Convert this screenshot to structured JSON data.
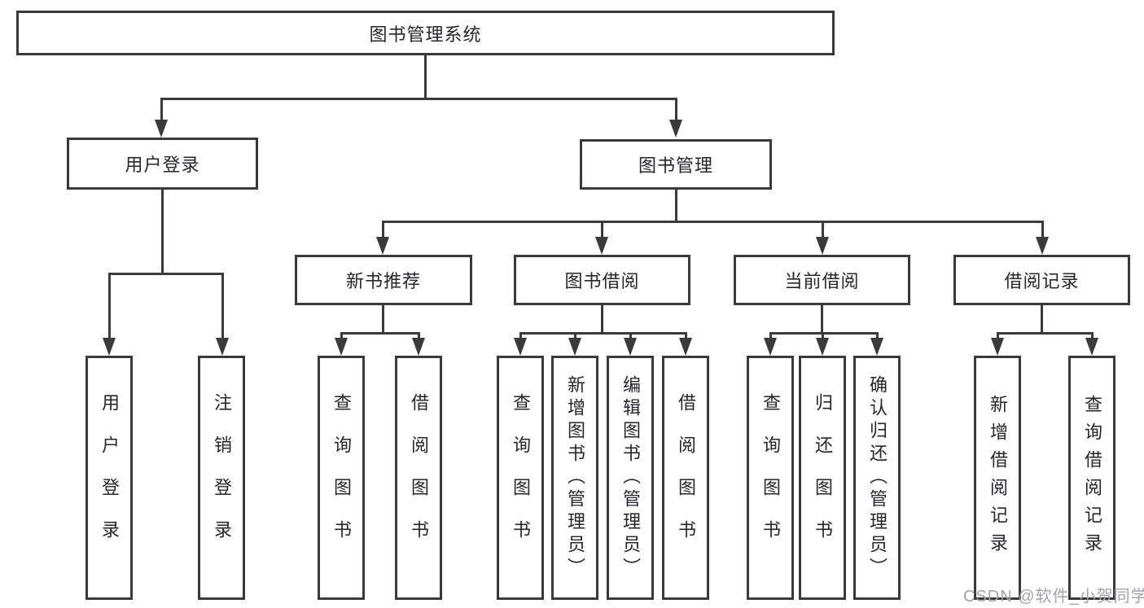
{
  "colors": {
    "line": "#3a3a3a",
    "box_border": "#3a3a3a",
    "text": "#26262b",
    "background": "#ffffff",
    "watermark": "#a3a3ab"
  },
  "watermark": {
    "text": "CSDN @软件_小贺同学"
  },
  "diagram": {
    "type": "tree",
    "root": {
      "label": "图书管理系统"
    },
    "branches": [
      {
        "label": "用户登录",
        "children": [
          {
            "label": "用户登录"
          },
          {
            "label": "注销登录"
          }
        ]
      },
      {
        "label": "图书管理",
        "children": [
          {
            "label": "新书推荐",
            "children": [
              {
                "label": "查询图书"
              },
              {
                "label": "借阅图书"
              }
            ]
          },
          {
            "label": "图书借阅",
            "children": [
              {
                "label": "查询图书"
              },
              {
                "label": "新增图书（管理员）"
              },
              {
                "label": "编辑图书（管理员）"
              },
              {
                "label": "借阅图书"
              }
            ]
          },
          {
            "label": "当前借阅",
            "children": [
              {
                "label": "查询图书"
              },
              {
                "label": "归还图书"
              },
              {
                "label": "确认归还（管理员）"
              }
            ]
          },
          {
            "label": "借阅记录",
            "children": [
              {
                "label": "新增借阅记录"
              },
              {
                "label": "查询借阅记录"
              }
            ]
          }
        ]
      }
    ]
  }
}
